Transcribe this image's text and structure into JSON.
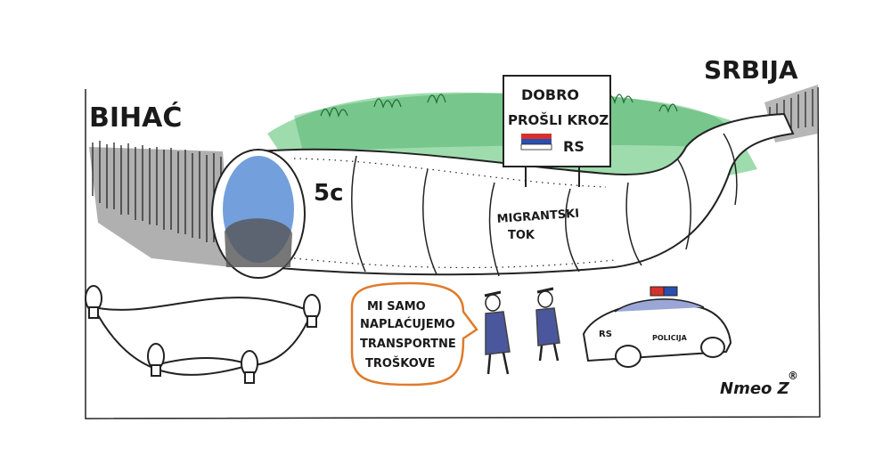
{
  "labels": {
    "left_town": "BIHAĆ",
    "right_country": "SRBIJA",
    "pipe_label_line1": "MIGRANTSKI",
    "pipe_label_line2": "TOK",
    "pipe_price": "5c",
    "sign_line1": "DOBRO",
    "sign_line2": "PROŠLI KROZ",
    "sign_line3": "RS",
    "bubble_line1": "MI SAMO",
    "bubble_line2": "NAPLAĆUJEMO",
    "bubble_line3": "TRANSPORTNE",
    "bubble_line4": "TROŠKOVE",
    "car_door": "POLICIJA",
    "car_hood": "RS",
    "signature": "Nmeo Z",
    "copyright": "®"
  },
  "colors": {
    "grass": "#4fbf6a",
    "pipe_opening": "#5b8fd6",
    "bubble_border": "#e07a2a",
    "flag_red": "#d6322c",
    "flag_blue": "#2a4fb0",
    "ink": "#1a1a1a"
  }
}
